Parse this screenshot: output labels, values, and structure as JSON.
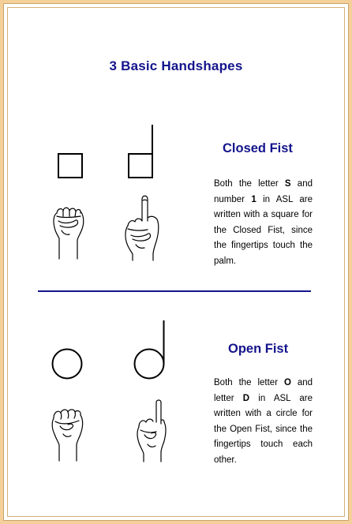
{
  "page": {
    "title": "3 Basic Handshapes"
  },
  "sections": [
    {
      "heading": "Closed Fist",
      "desc": {
        "p1": "Both the letter ",
        "k1": "S",
        "p2": " and number ",
        "k2": "1",
        "p3": " in ASL are written with a square for the Closed Fist, since the fingertips touch the palm."
      },
      "symbols": [
        "square",
        "square-with-stem"
      ],
      "hands": [
        "fist-S-hand",
        "index-1-hand"
      ]
    },
    {
      "heading": "Open Fist",
      "desc": {
        "p1": "Both the letter ",
        "k1": "O",
        "p2": " and letter ",
        "k2": "D",
        "p3": " in ASL are written with a circle for the Open Fist, since the fingertips touch each other."
      },
      "symbols": [
        "circle",
        "circle-with-stem"
      ],
      "hands": [
        "O-hand",
        "D-hand"
      ]
    }
  ],
  "colors": {
    "heading": "#14148c",
    "border": "#f5cf9a",
    "divider": "#14148c"
  }
}
